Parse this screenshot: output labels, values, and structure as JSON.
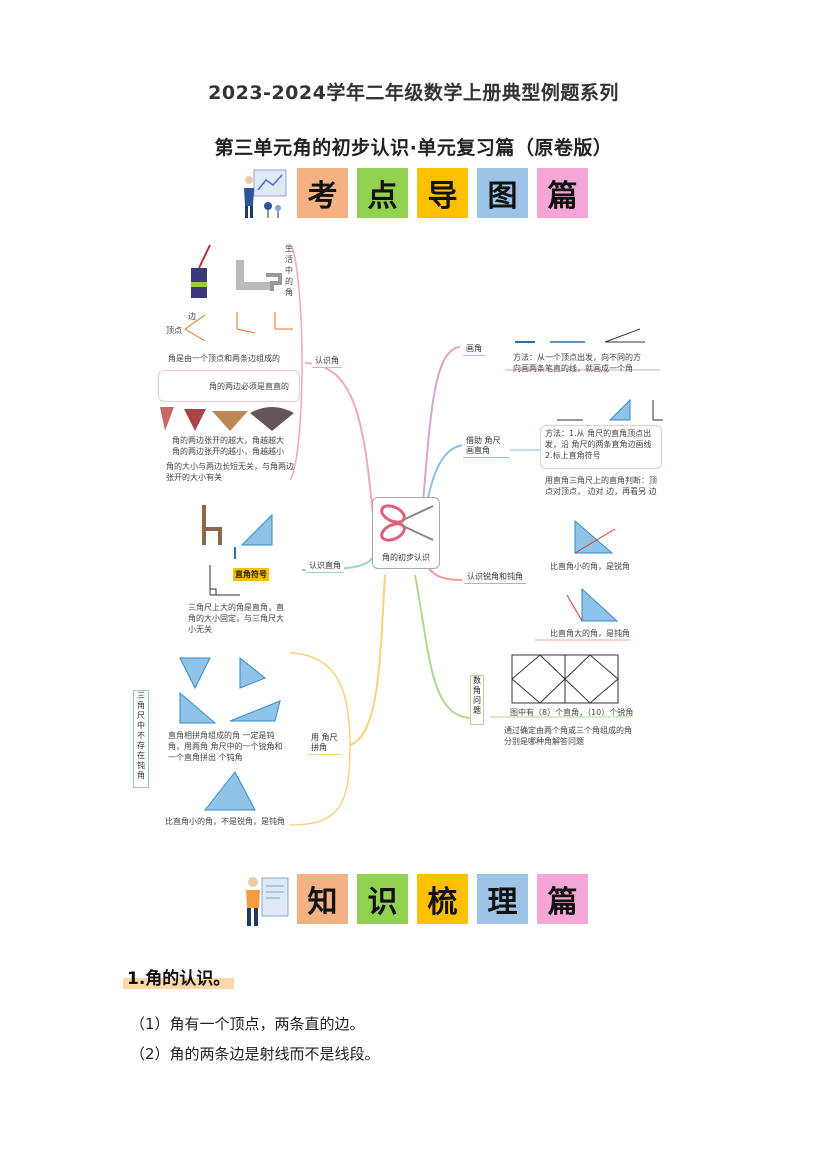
{
  "header": {
    "title_line1": "2023-2024学年二年级数学上册典型例题系列",
    "title_line2": "第三单元角的初步认识·单元复习篇（原卷版）"
  },
  "banner1": {
    "tiles": [
      {
        "char": "考",
        "color": "#f4b183"
      },
      {
        "char": "点",
        "color": "#92d050"
      },
      {
        "char": "导",
        "color": "#ffc000"
      },
      {
        "char": "图",
        "color": "#9dc3e6"
      },
      {
        "char": "篇",
        "color": "#f4a6d7"
      }
    ]
  },
  "mindmap": {
    "center": "角的初步认识",
    "left": {
      "life": "生活中的角",
      "recognize": "认识角",
      "vertex": "顶点",
      "side": "边",
      "def1": "角是由一个顶点和两条边组成的",
      "def2": "角的两边必须是直直的",
      "fan1": "角的两边张开的越大，角越越大",
      "fan2": "角的两边张开的越小，角越越小",
      "size": "角的大小与两边长短无关，与角两边张开的大小有关",
      "right": "认识直角",
      "right_symbol": "直角符号",
      "right_desc": "三角尺上大的角是直角，直角的大小固定，与三角尺大小无关",
      "vertical": "三角尺中不存在钝角",
      "combine": "用 角尺拼角",
      "combine_desc": "直角相拼角组成的角 一定是钝角，用两角 角尺中的一个锐角和一个直角拼出 个钝角",
      "obtuse_note": "比直角小的角，不是锐角，是钝角"
    },
    "right": {
      "draw": "画角",
      "draw_desc": "方法：从一个顶点出发，向不同的方向画两条笔直的线，就画成一个角",
      "judge": "借助 角尺画直角",
      "judge_desc": "方法：1.从 角尺的直角顶点出发，沿 角尺的两条直角边画线 2.标上直角符号",
      "judge_desc2": "用直角三角尺上的直角判断：顶点对顶点， 边对 边，再看另 边",
      "acute": "认识锐角和钝角",
      "acute_desc": "比直角小的角，是锐角",
      "obtuse_desc": "比直角大的角，是钝角",
      "count": "数角问题",
      "count_desc": "图中有（8）个直角，（10）个锐角",
      "count_desc2": "通过确定由两个角或三个角组成的角分别是哪种角解答问题"
    }
  },
  "banner2": {
    "tiles": [
      {
        "char": "知",
        "color": "#f4b183"
      },
      {
        "char": "识",
        "color": "#92d050"
      },
      {
        "char": "梳",
        "color": "#ffc000"
      },
      {
        "char": "理",
        "color": "#9dc3e6"
      },
      {
        "char": "篇",
        "color": "#f4a6d7"
      }
    ]
  },
  "section": {
    "heading": "1.角的认识。",
    "items": [
      "（1）角有一个顶点，两条直的边。",
      "（2）角的两条边是射线而不是线段。"
    ]
  }
}
